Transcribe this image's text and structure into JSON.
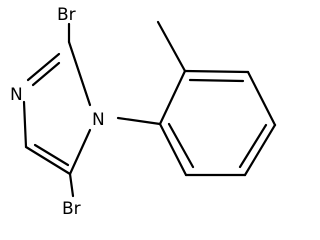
{
  "molecule": {
    "atoms": {
      "br_top": "Br",
      "n_ring": "N",
      "n_aryl": "N",
      "br_bottom": "Br"
    }
  },
  "colors": {
    "bond": "#000000",
    "label": "#000000",
    "background": "#ffffff"
  }
}
